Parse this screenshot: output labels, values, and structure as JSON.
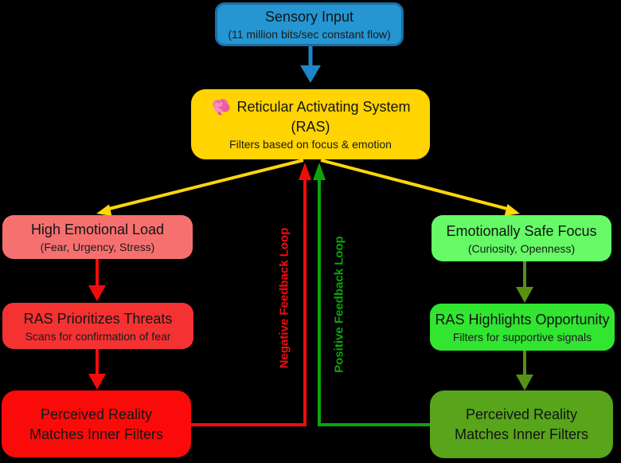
{
  "nodes": {
    "sensory": {
      "title": "Sensory Input",
      "subtitle": "(11 million bits/sec constant flow)"
    },
    "ras": {
      "icon": "brain-icon",
      "title": "Reticular Activating System",
      "abbrev": "(RAS)",
      "subtitle": "Filters based on focus & emotion"
    },
    "left_column": [
      {
        "title": "High Emotional Load",
        "subtitle": "(Fear, Urgency, Stress)"
      },
      {
        "title": "RAS Prioritizes Threats",
        "subtitle": "Scans for confirmation of fear"
      },
      {
        "title": "Perceived Reality",
        "title2": "Matches Inner Filters"
      }
    ],
    "right_column": [
      {
        "title": "Emotionally Safe Focus",
        "subtitle": "(Curiosity, Openness)"
      },
      {
        "title": "RAS Highlights Opportunity",
        "subtitle": "Filters for supportive signals"
      },
      {
        "title": "Perceived Reality",
        "title2": "Matches Inner Filters"
      }
    ]
  },
  "feedback": {
    "negative": "Negative Feedback Loop",
    "positive": "Positive Feedback Loop"
  },
  "colors": {
    "background": "#000000",
    "sensory_fill": "#2596d2",
    "sensory_border": "#1a6fa3",
    "ras_fill": "#ffd400",
    "high_emotional_fill": "#f77070",
    "prioritizes_threats_fill": "#f53232",
    "perceived_left_fill": "#fb0a0a",
    "safe_focus_fill": "#66fa66",
    "highlights_opportunity_fill": "#31e531",
    "perceived_right_fill": "#58a41b",
    "blue_arrow": "#1e86c7",
    "yellow_arrow": "#ffd60a",
    "red_arrow": "#f10c0c",
    "olive_arrow": "#569114",
    "green_feedback": "#0da30d",
    "negative_label": "#f20d0d",
    "positive_label": "#0aa50a"
  }
}
